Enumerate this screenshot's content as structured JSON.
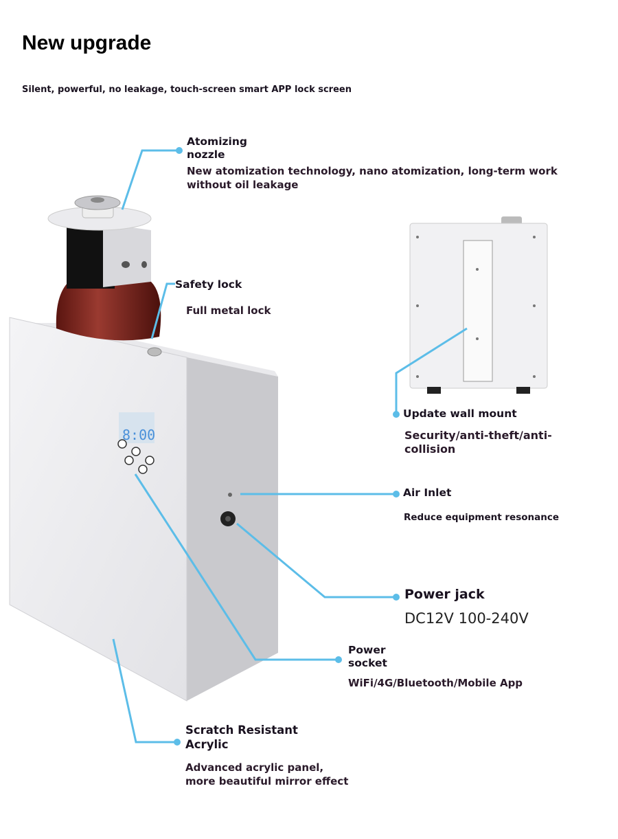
{
  "header": {
    "title": "New upgrade",
    "subtitle": "Silent, powerful, no leakage, touch-screen smart APP lock screen"
  },
  "device_display": "8:00",
  "callouts": [
    {
      "heading": "Atomizing\nnozzle",
      "description": "New atomization technology, nano atomization, long-term work\nwithout oil leakage"
    },
    {
      "heading": "Safety lock",
      "description": "Full metal lock"
    },
    {
      "heading": "Update wall mount",
      "description": "Security/anti-theft/anti-\ncollision"
    },
    {
      "heading": "Air Inlet",
      "description": "Reduce equipment resonance"
    },
    {
      "heading": "Power jack",
      "description": "DC12V 100-240V"
    },
    {
      "heading": "Power\nsocket",
      "description": "WiFi/4G/Bluetooth/Mobile App"
    },
    {
      "heading": "Scratch Resistant\nAcrylic",
      "description": "Advanced acrylic panel,\nmore beautiful mirror effect"
    }
  ],
  "colors": {
    "callout_line": "#5cbde8",
    "text": "#1a1220"
  }
}
